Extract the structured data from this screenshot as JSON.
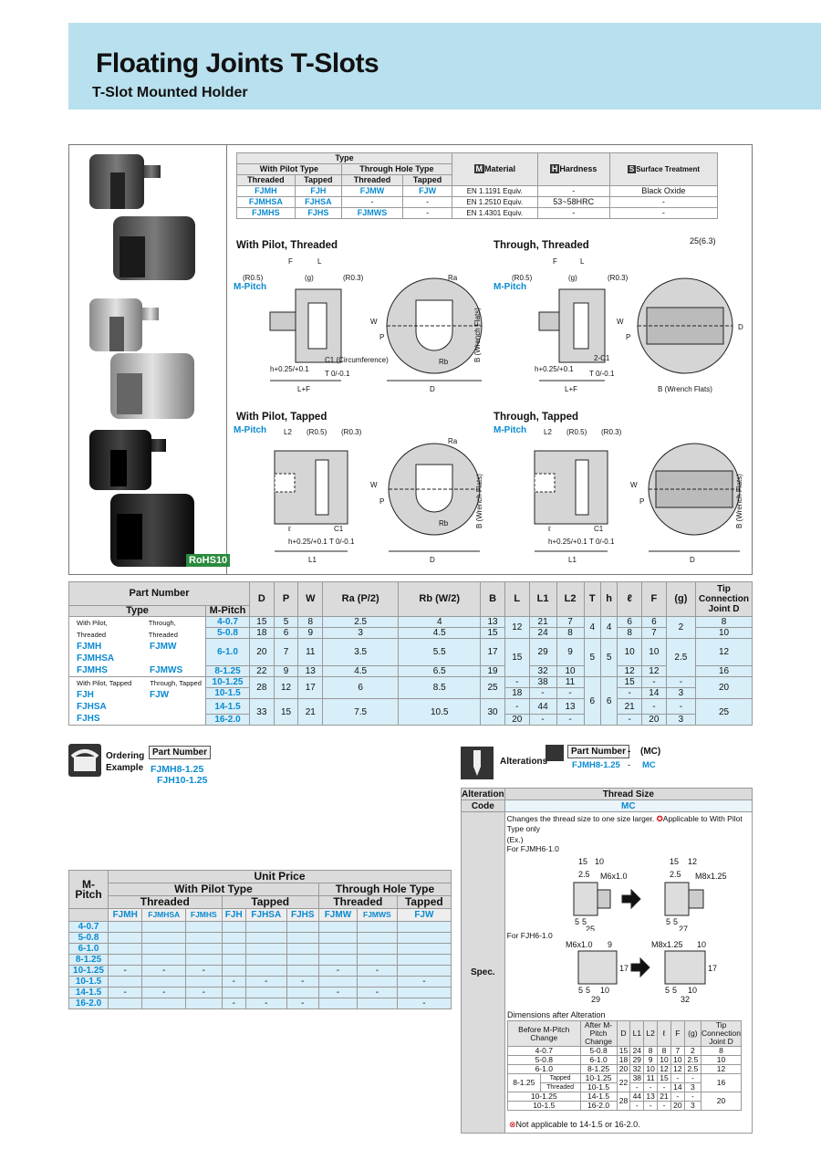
{
  "header": {
    "title": "Floating Joints  T-Slots",
    "subtitle": "T-Slot Mounted Holder"
  },
  "type_table": {
    "type": "Type",
    "with_pilot": "With Pilot Type",
    "through_hole": "Through Hole Type",
    "threaded": "Threaded",
    "tapped": "Tapped",
    "material_label": "Material",
    "hardness_label": "Hardness",
    "surface_label": "Surface Treatment",
    "m_badge": "M",
    "h_badge": "H",
    "s_badge": "S",
    "rows": [
      {
        "c1": "FJMH",
        "c2": "FJH",
        "c3": "FJMW",
        "c4": "FJW",
        "mat": "EN 1.1191 Equiv.",
        "hard": "-",
        "surf": "Black Oxide"
      },
      {
        "c1": "FJMHSA",
        "c2": "FJHSA",
        "c3": "-",
        "c4": "-",
        "mat": "EN 1.2510 Equiv.",
        "hard": "53~58HRC",
        "surf": "-"
      },
      {
        "c1": "FJMHS",
        "c2": "FJHS",
        "c3": "FJMWS",
        "c4": "-",
        "mat": "EN 1.4301 Equiv.",
        "hard": "-",
        "surf": "-"
      }
    ]
  },
  "diagrams": {
    "d1": "With Pilot, Threaded",
    "d2": "Through, Threaded",
    "d3": "With Pilot, Tapped",
    "d4": "Through, Tapped",
    "mpitch": "M-Pitch",
    "rohs": "RoHS10",
    "roughness": "25(6.3)",
    "labels": {
      "F": "F",
      "L": "L",
      "R05": "(R0.5)",
      "g": "(g)",
      "R03": "(R0.3)",
      "Ra": "Ra",
      "Rb": "Rb",
      "W": "W",
      "P": "P",
      "B_wf": "B (Wrench Flats)",
      "C1c": "C1 (Circumference)",
      "C1": "C1",
      "C2": "2-C1",
      "h": "h+0.25/+0.1",
      "T": "T 0/-0.1",
      "LF": "L+F",
      "D": "D",
      "L1": "L1",
      "L2": "L2",
      "l": "ℓ"
    }
  },
  "spec_table": {
    "headers": [
      "Part Number",
      "D",
      "P",
      "W",
      "Ra (P/2)",
      "Rb (W/2)",
      "B",
      "L",
      "L1",
      "L2",
      "T",
      "h",
      "ℓ",
      "F",
      "(g)",
      "Tip Connection Joint D"
    ],
    "type_label": "Type",
    "mpitch_label": "M-Pitch",
    "group1": {
      "wpt": "With Pilot, Threaded",
      "tt": "Through, Threaded",
      "p1": "FJMH",
      "p2": "FJMHSA",
      "p3": "FJMHS",
      "p4": "FJMW",
      "p5": "FJMWS"
    },
    "group2": {
      "wpt": "With Pilot, Tapped",
      "tt": "Through, Tapped",
      "p1": "FJH",
      "p2": "FJHSA",
      "p3": "FJHS",
      "p4": "FJW"
    },
    "pitches": [
      "4-0.7",
      "5-0.8",
      "6-1.0",
      "8-1.25",
      "10-1.25",
      "10-1.5",
      "14-1.5",
      "16-2.0"
    ],
    "D": [
      "15",
      "18",
      "20",
      "22",
      "28",
      "33"
    ],
    "P": [
      "5",
      "6",
      "7",
      "9",
      "12",
      "15"
    ],
    "W": [
      "8",
      "9",
      "11",
      "13",
      "17",
      "21"
    ],
    "Ra": [
      "2.5",
      "3",
      "3.5",
      "4.5",
      "6",
      "7.5"
    ],
    "Rb": [
      "4",
      "4.5",
      "5.5",
      "6.5",
      "8.5",
      "10.5"
    ],
    "B": [
      "13",
      "15",
      "17",
      "19",
      "25",
      "30"
    ],
    "L": [
      "12",
      "15",
      "-",
      "18",
      "-",
      "20"
    ],
    "L1": [
      "21",
      "24",
      "29",
      "32",
      "38",
      "-",
      "44",
      "-"
    ],
    "L2": [
      "7",
      "8",
      "9",
      "10",
      "11",
      "-",
      "13",
      "-"
    ],
    "T": [
      "4",
      "5",
      "6"
    ],
    "h": [
      "4",
      "5",
      "6"
    ],
    "l": [
      "6",
      "8",
      "10",
      "12",
      "15",
      "-",
      "21",
      "-"
    ],
    "F": [
      "6",
      "7",
      "10",
      "12",
      "-",
      "14",
      "-",
      "20"
    ],
    "g": [
      "2",
      "2.5",
      "-",
      "3",
      "-",
      "3"
    ],
    "tip": [
      "8",
      "10",
      "12",
      "16",
      "20",
      "25"
    ]
  },
  "ordering": {
    "label1": "Ordering",
    "label2": "Example",
    "pn": "Part Number",
    "ex1": "FJMH8-1.25",
    "ex2": "FJH10-1.25"
  },
  "alterations": {
    "label": "Alterations",
    "pn": "Part Number",
    "dash": "-",
    "mc": "(MC)",
    "ex": "FJMH8-1.25",
    "ex_dash": "-",
    "ex_mc": "MC",
    "alteration": "Alteration",
    "thread_size": "Thread Size",
    "code": "Code",
    "code_val": "MC",
    "spec": "Spec.",
    "desc1": "Changes the thread size to one size larger.",
    "desc_note": "Applicable to With Pilot Type only",
    "desc2": "(Ex.)",
    "ex_a": "For FJMH6-1.0",
    "ex_b": "For FJH6-1.0",
    "fig1": {
      "a": "15",
      "b": "10",
      "c": "2.5",
      "m": "M6x1.0",
      "d": "5",
      "e": "5",
      "f": "25"
    },
    "fig2": {
      "a": "15",
      "b": "12",
      "c": "2.5",
      "m": "M8x1.25",
      "d": "5",
      "e": "5",
      "f": "27"
    },
    "fig3": {
      "m": "M6x1.0",
      "a": "9",
      "h": "17",
      "b": "5",
      "c": "5",
      "d": "10",
      "f": "29"
    },
    "fig4": {
      "m": "M8x1.25",
      "a": "10",
      "h": "17",
      "b": "5",
      "c": "5",
      "d": "10",
      "f": "32"
    },
    "dim_title": "Dimensions after Alteration",
    "dim_headers": [
      "Before M-Pitch Change",
      "After M-Pitch Change",
      "D",
      "L1",
      "L2",
      "ℓ",
      "F",
      "(g)",
      "Tip Connection Joint D"
    ],
    "dim_rows": [
      [
        "4-0.7",
        "5-0.8",
        "15",
        "24",
        "8",
        "8",
        "7",
        "2",
        "8"
      ],
      [
        "5-0.8",
        "6-1.0",
        "18",
        "29",
        "9",
        "10",
        "10",
        "2.5",
        "10"
      ],
      [
        "6-1.0",
        "8-1.25",
        "20",
        "32",
        "10",
        "12",
        "12",
        "2.5",
        "12"
      ]
    ],
    "dim_825": "8-1.25",
    "tapped": "Tapped",
    "threaded": "Threaded",
    "dim_825a": [
      "10-1.25",
      "22",
      "38",
      "11",
      "15",
      "-",
      "-",
      "16"
    ],
    "dim_825b": [
      "10-1.5",
      "-",
      "-",
      "-",
      "14",
      "3"
    ],
    "dim_r1": [
      "10-1.25",
      "14-1.5",
      "28",
      "44",
      "13",
      "21",
      "-",
      "-",
      "20"
    ],
    "dim_r2": [
      "10-1.5",
      "16-2.0",
      "-",
      "-",
      "-",
      "20",
      "3"
    ],
    "not_applicable": "Not applicable to 14-1.5 or 16-2.0."
  },
  "price_table": {
    "unit_price": "Unit Price",
    "mpitch": "M-Pitch",
    "with_pilot": "With Pilot Type",
    "through": "Through Hole Type",
    "threaded": "Threaded",
    "tapped": "Tapped",
    "cols": [
      "FJMH",
      "FJMHSA",
      "FJMHS",
      "FJH",
      "FJHSA",
      "FJHS",
      "FJMW",
      "FJMWS",
      "FJW"
    ],
    "rows": [
      {
        "p": "4-0.7",
        "v": [
          "",
          "",
          "",
          "",
          "",
          "",
          "",
          "",
          ""
        ]
      },
      {
        "p": "5-0.8",
        "v": [
          "",
          "",
          "",
          "",
          "",
          "",
          "",
          "",
          ""
        ]
      },
      {
        "p": "6-1.0",
        "v": [
          "",
          "",
          "",
          "",
          "",
          "",
          "",
          "",
          ""
        ]
      },
      {
        "p": "8-1.25",
        "v": [
          "",
          "",
          "",
          "",
          "",
          "",
          "",
          "",
          ""
        ]
      },
      {
        "p": "10-1.25",
        "v": [
          "-",
          "-",
          "-",
          "",
          "",
          "",
          "-",
          "-",
          ""
        ]
      },
      {
        "p": "10-1.5",
        "v": [
          "",
          "",
          "",
          "-",
          "-",
          "-",
          "",
          "",
          "-"
        ]
      },
      {
        "p": "14-1.5",
        "v": [
          "-",
          "-",
          "-",
          "",
          "",
          "",
          "-",
          "-",
          ""
        ]
      },
      {
        "p": "16-2.0",
        "v": [
          "",
          "",
          "",
          "-",
          "-",
          "-",
          "",
          "",
          "-"
        ]
      }
    ]
  }
}
